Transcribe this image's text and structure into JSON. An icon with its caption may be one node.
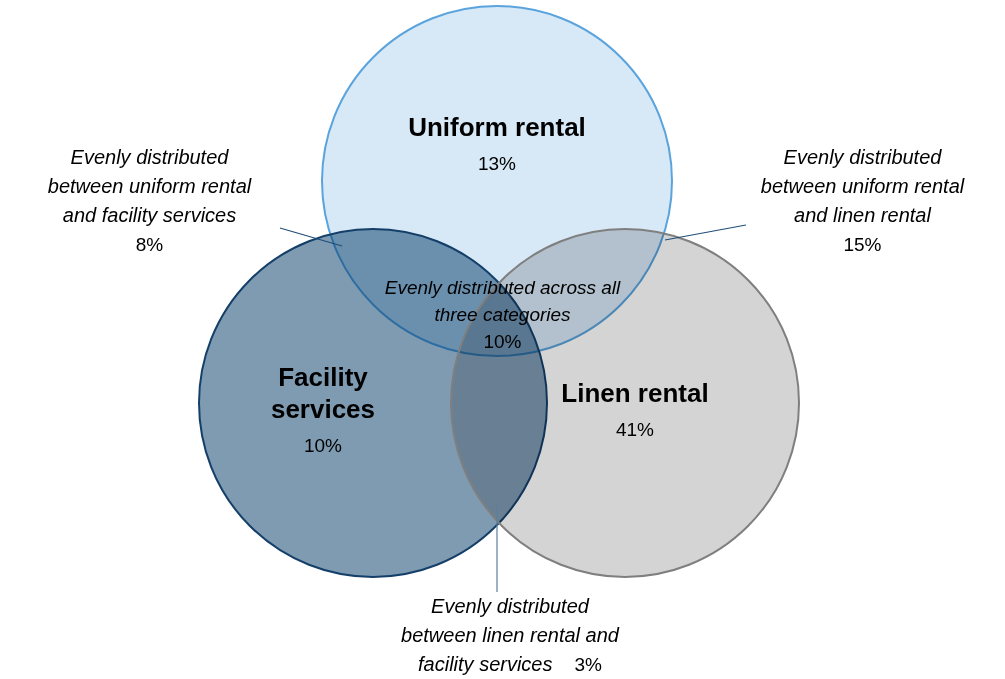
{
  "diagram": {
    "nodes": [
      {
        "text": [
          "Uniform rental",
          "13%"
        ]
      },
      {
        "text": [
          "Facility services",
          "10%"
        ]
      },
      {
        "text": [
          "Linen rental",
          "41%"
        ]
      },
      {
        "text": [
          "Evenly distributed between uniform rental and facility services",
          "8%"
        ]
      },
      {
        "text": [
          "Evenly distributed between uniform rental and linen rental",
          "15%"
        ]
      },
      {
        "text": [
          "Evenly distributed between linen rental and facility services",
          "3%"
        ]
      }
    ],
    "edges": [
      {
        "from": 3,
        "to": 1,
        "arrow": "none"
      },
      {
        "from": 4,
        "to": 2,
        "arrow": "none"
      },
      {
        "from": 5,
        "to": 1,
        "arrow": "none"
      }
    ],
    "labels": [
      "Evenly distributed across all three categories",
      "10%"
    ]
  }
}
